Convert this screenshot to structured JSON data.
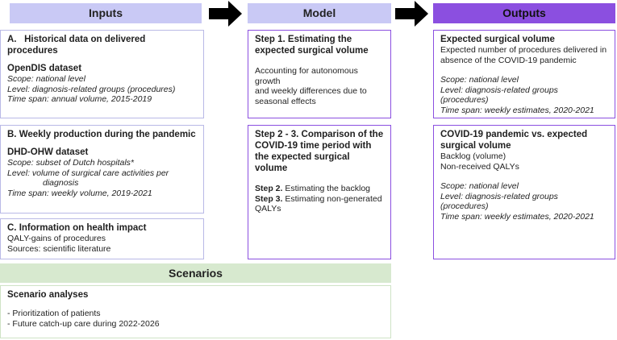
{
  "headers": {
    "inputs": "Inputs",
    "model": "Model",
    "outputs": "Outputs",
    "scenarios": "Scenarios"
  },
  "input_a": {
    "title": "A.   Historical data on delivered procedures",
    "dataset": "OpenDIS dataset",
    "scope": "Scope: national level",
    "level": "Level: diagnosis-related groups (procedures)",
    "span": "Time span: annual volume, 2015-2019"
  },
  "input_b": {
    "title": "B. Weekly production during the pandemic",
    "dataset": "DHD-OHW dataset",
    "scope": "Scope: subset of Dutch hospitals*",
    "level_1": "Level: volume of surgical care activities per",
    "level_2": "diagnosis",
    "span": "Time span: weekly volume, 2019-2021"
  },
  "input_c": {
    "title": "C. Information on health impact",
    "line1": "QALY-gains of procedures",
    "line2": "Sources: scientific literature"
  },
  "model_1": {
    "title_1": "Step 1. Estimating the",
    "title_2": "expected surgical volume",
    "body_1": "Accounting for autonomous growth",
    "body_2": "and weekly differences due to",
    "body_3": "seasonal effects"
  },
  "model_2": {
    "title_1": "Step 2 - 3. Comparison of the",
    "title_2": "COVID-19 time period with",
    "title_3": "the expected surgical volume",
    "step2_label": "Step 2.",
    "step2_text": " Estimating the backlog",
    "step3_label": "Step 3.",
    "step3_text": " Estimating non-generated",
    "step3_text2": "QALYs"
  },
  "output_1": {
    "title": "Expected surgical volume",
    "body_1": "Expected number of procedures delivered in",
    "body_2": "absence of the COVID-19 pandemic",
    "scope": "Scope: national level",
    "level": "Level: diagnosis-related groups (procedures)",
    "span": "Time span: weekly estimates, 2020-2021"
  },
  "output_2": {
    "title_1": "COVID-19 pandemic vs. expected",
    "title_2": "surgical volume",
    "line1": "Backlog (volume)",
    "line2": "Non-received QALYs",
    "scope": "Scope: national level",
    "level": "Level: diagnosis-related groups (procedures)",
    "span": "Time span: weekly estimates, 2020-2021"
  },
  "scenario": {
    "title": "Scenario analyses",
    "item1": "- Prioritization of patients",
    "item2": "- Future catch-up care during 2022-2026"
  },
  "colors": {
    "input_header": "#c9c9f5",
    "output_header": "#8b4fe0",
    "scenario_header": "#d7e9cf"
  }
}
